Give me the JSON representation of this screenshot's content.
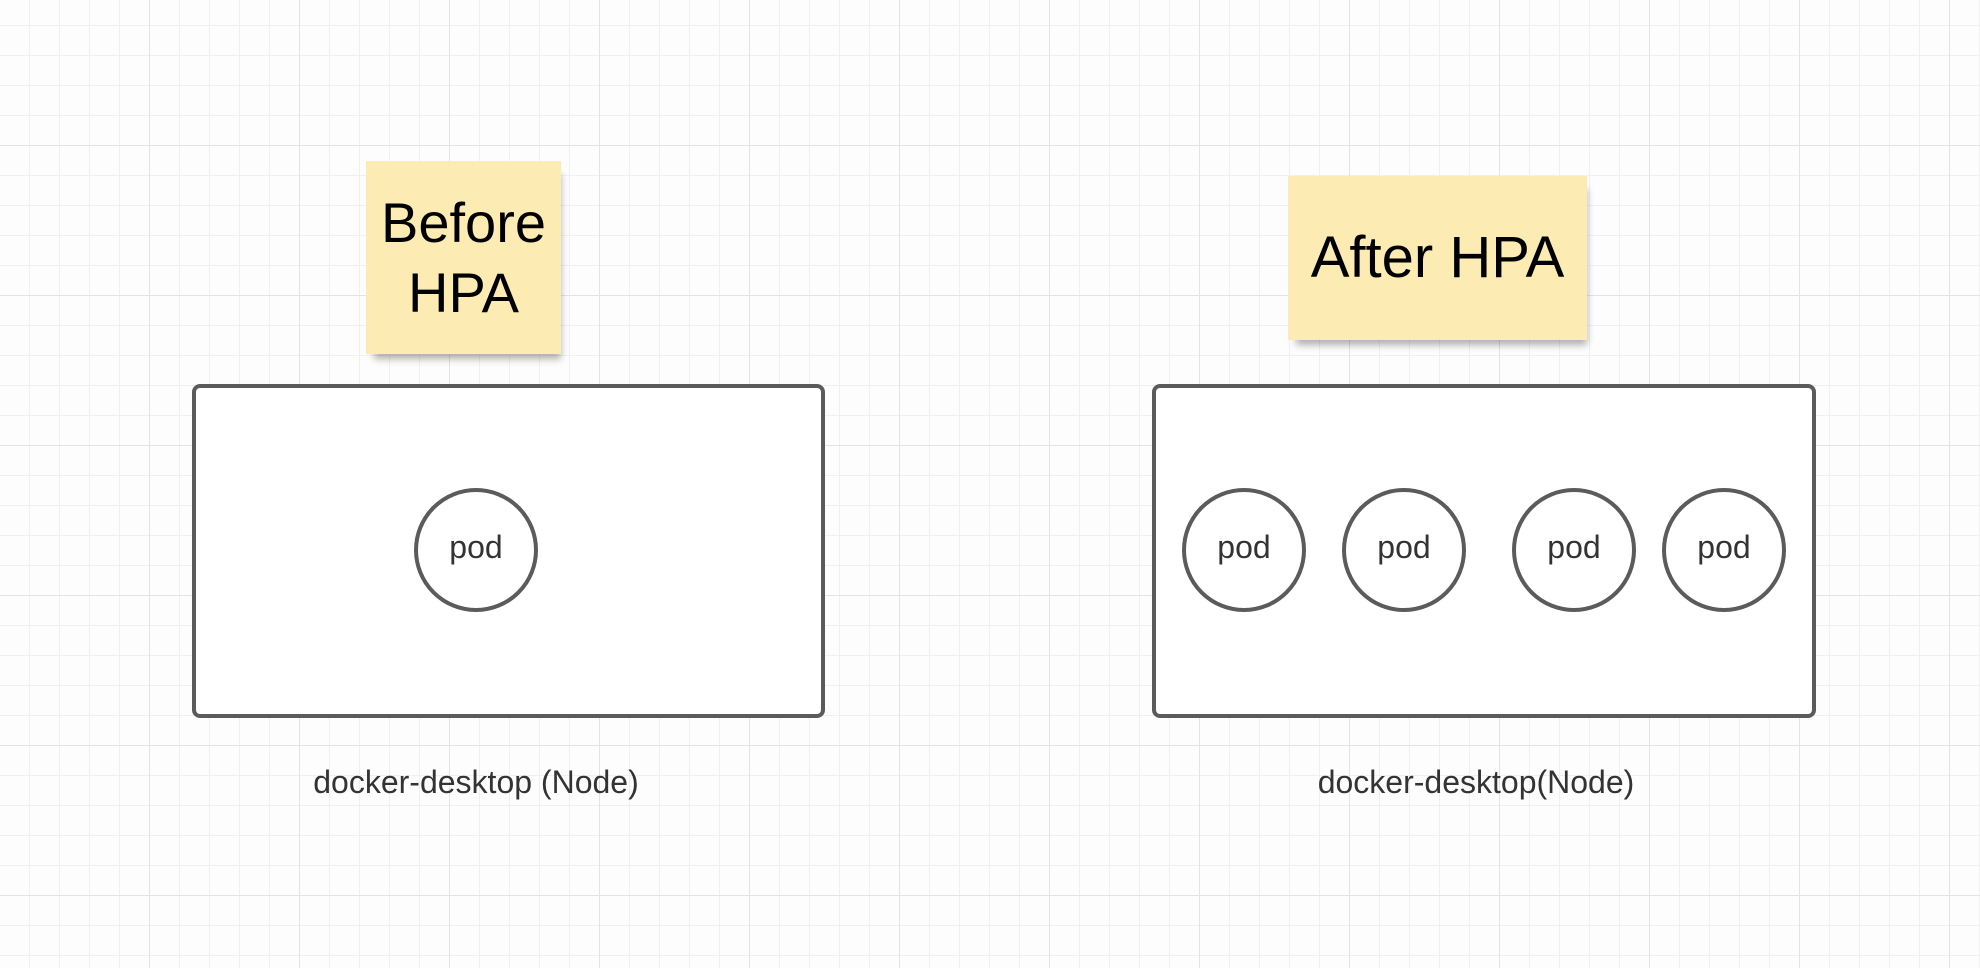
{
  "diagram": {
    "before": {
      "note": "Before HPA",
      "node_label": "docker-desktop (Node)",
      "pods": [
        "pod"
      ]
    },
    "after": {
      "note": "After HPA",
      "node_label": "docker-desktop(Node)",
      "pods": [
        "pod",
        "pod",
        "pod",
        "pod"
      ]
    }
  },
  "colors": {
    "sticky_note": "#fcebb3",
    "outline": "#5b5b5b",
    "text": "#333333",
    "grid": "#e3e3e3"
  }
}
